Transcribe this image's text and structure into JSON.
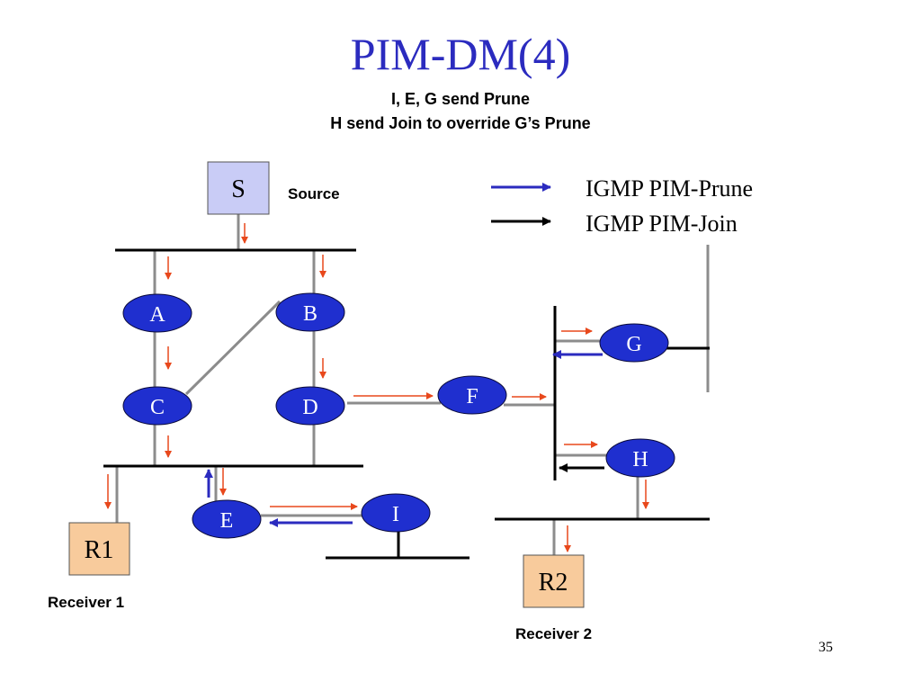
{
  "slide": {
    "title": "PIM-DM(4)",
    "subtitle_line1": "I, E, G send Prune",
    "subtitle_line2": "H send Join to override G’s Prune",
    "page_number": "35"
  },
  "legend": {
    "prune_label": "IGMP PIM-Prune",
    "join_label": "IGMP PIM-Join"
  },
  "nodes": {
    "source_box": "S",
    "source_label": "Source",
    "router_a": "A",
    "router_b": "B",
    "router_c": "C",
    "router_d": "D",
    "router_e": "E",
    "router_f": "F",
    "router_g": "G",
    "router_h": "H",
    "router_i": "I",
    "receiver1_box": "R1",
    "receiver1_label": "Receiver 1",
    "receiver2_box": "R2",
    "receiver2_label": "Receiver 2"
  },
  "colors": {
    "title": "#2b2bbf",
    "router_fill": "#1f2fcf",
    "source_fill": "#c9ccf6",
    "receiver_fill": "#f8cb9c",
    "data_arrow": "#e8481c",
    "prune_arrow": "#2b2bbf",
    "join_arrow": "#000000",
    "link": "#8c8c8c"
  }
}
